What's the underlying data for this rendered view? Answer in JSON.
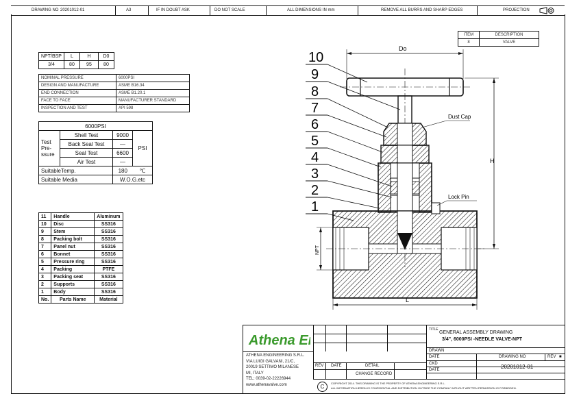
{
  "top_bar": {
    "drawing_no_label": "DRAWING NO",
    "drawing_no_value": "20201012-01",
    "size": "A3",
    "if_in_doubt": "IF IN DOUBT ASK",
    "do_not_scale": "DO NOT SCALE",
    "all_dimensions": "ALL DIMENSIONS IN mm",
    "remove_burrs": "REMOVE ALL BURRS AND SHARP EDGES",
    "projection": "PROJECTION"
  },
  "dim_table": {
    "headers": [
      "NPT/BSP",
      "L",
      "H",
      "D0"
    ],
    "row": [
      "3/4",
      "80",
      "95",
      "80"
    ]
  },
  "spec_table": [
    {
      "label": "NOMINAL PRESSURE",
      "value": "6000PSI"
    },
    {
      "label": "DESIGN AND MANUFACTURE",
      "value": "ASME B16.34"
    },
    {
      "label": "END CONNECTION",
      "value": "ASME B1.20.1"
    },
    {
      "label": "FACE TO FACE",
      "value": "MANUFACTURER STANDARD"
    },
    {
      "label": "INSPECTION AND TEST",
      "value": "API 598"
    }
  ],
  "test_table": {
    "title": "6000PSI",
    "test_pressure_label": "Test Pre- ssure",
    "rows": [
      {
        "name": "Shell Test",
        "value": "9000"
      },
      {
        "name": "Back Seal Test",
        "value": "—"
      },
      {
        "name": "Seal Test",
        "value": "6600"
      },
      {
        "name": "Air Test",
        "value": "—"
      }
    ],
    "unit": "PSI",
    "suitable_temp_label": "SuitableTemp.",
    "suitable_temp_value": "180",
    "suitable_temp_unit": "℃",
    "suitable_media_label": "Suitable Media",
    "suitable_media_value": "W.O.G.etc"
  },
  "parts_table": {
    "rows": [
      {
        "no": "11",
        "name": "Handle",
        "material": "Aluminum"
      },
      {
        "no": "10",
        "name": "Disc",
        "material": "SS316"
      },
      {
        "no": "9",
        "name": "Stem",
        "material": "SS316"
      },
      {
        "no": "8",
        "name": "Packing bolt",
        "material": "SS316"
      },
      {
        "no": "7",
        "name": "Panel nut",
        "material": "SS316"
      },
      {
        "no": "6",
        "name": "Bonnet",
        "material": "SS316"
      },
      {
        "no": "5",
        "name": "Pressure ring",
        "material": "SS316"
      },
      {
        "no": "4",
        "name": "Packing",
        "material": "PTFE"
      },
      {
        "no": "3",
        "name": "Packing seat",
        "material": "SS316"
      },
      {
        "no": "2",
        "name": "Supports",
        "material": "SS316"
      },
      {
        "no": "1",
        "name": "Body",
        "material": "SS316"
      }
    ],
    "footer": {
      "no": "No.",
      "name": "Parts Name",
      "material": "Material"
    }
  },
  "item_table": {
    "headers": [
      "ITEM",
      "DESCRIPTION"
    ],
    "row": [
      "8",
      "VALVE"
    ]
  },
  "drawing": {
    "callouts": [
      "10",
      "9",
      "8",
      "7",
      "6",
      "5",
      "4",
      "3",
      "2",
      "1"
    ],
    "label_do": "Do",
    "label_h": "H",
    "label_l": "L",
    "label_npt": "NPT",
    "label_dust_cap": "Dust Cap",
    "label_lock_pin": "Lock  Pin"
  },
  "title_block": {
    "logo_text": "Athena Eng",
    "company_lines": [
      "ATHENA ENGINEERING S.R.L.",
      "VIA LUIGI GALVANI, 21/C,",
      "20019 SETTIMO MILANESE",
      "MI, ITALY",
      "TEL: 0039-02-22226944",
      "www.athenavalve.com"
    ],
    "title_label": "TITLE",
    "title_line1": "GENERAL ASSEMBLY DRAWING",
    "title_line2": "3/4\", 6000PSI -NEEDLE VALVE-NPT",
    "rev_label": "REV",
    "date_label": "DATE",
    "detail_label": "DETAIL",
    "change_record": "CHANGE  RECORD",
    "drawn": "DRAWN",
    "date1": "DATE",
    "ckd": "CKD",
    "date2": "DATE",
    "drawing_no_label": "DRAWING NO",
    "rev_label2": "REV",
    "rev_value": "■",
    "drawing_no_value": "20201012-01",
    "copyright_symbol": "C",
    "copyright_line1": "COPYRIGHT 2014. THIS DRAWING IS THE PROPERTY OF ATHENA ENGINEERING S.R.L.",
    "copyright_line2": "ALL INFORMATION HEREIN IS CONFIDENTIAL AND DISTRIBUTION OUTSIDE THE COMPANY WITHOUT WRITTEN PERMISSION IS FORBIDDEN."
  },
  "colors": {
    "line": "#111111",
    "logo_green": "#3a9a2c"
  }
}
